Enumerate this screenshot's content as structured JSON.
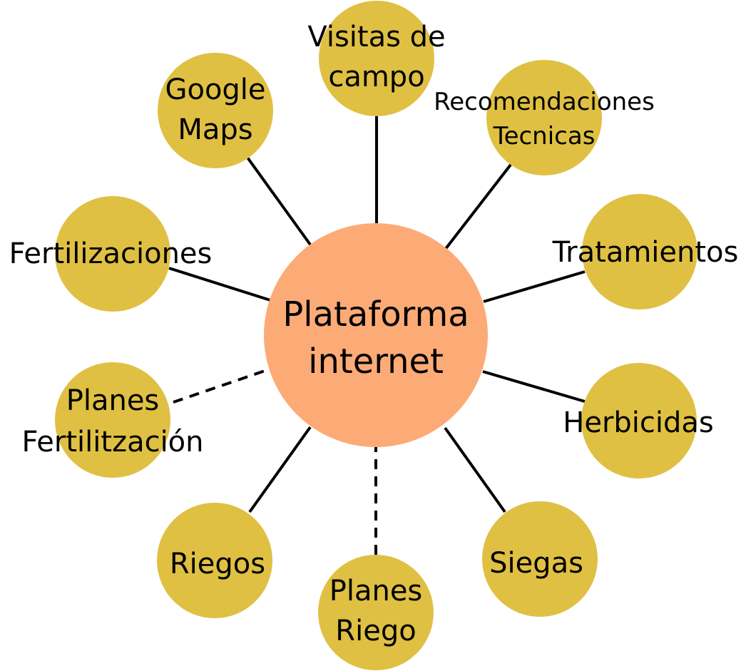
{
  "colors": {
    "center_fill": "#fcab77",
    "node_fill": "#dfc043",
    "line": "#000000",
    "text": "#000000"
  },
  "center": {
    "lines": [
      "Plataforma",
      "internet"
    ]
  },
  "nodes": [
    {
      "id": "visitas-de-campo",
      "lines": [
        "Visitas de",
        "campo"
      ],
      "link": "solid"
    },
    {
      "id": "recomendaciones-tecnicas",
      "lines": [
        "Recomendaciones",
        "Tecnicas"
      ],
      "link": "solid"
    },
    {
      "id": "tratamientos",
      "lines": [
        "Tratamientos"
      ],
      "link": "solid"
    },
    {
      "id": "herbicidas",
      "lines": [
        "Herbicidas"
      ],
      "link": "solid"
    },
    {
      "id": "siegas",
      "lines": [
        "Siegas"
      ],
      "link": "solid"
    },
    {
      "id": "planes-riego",
      "lines": [
        "Planes",
        "Riego"
      ],
      "link": "dashed"
    },
    {
      "id": "riegos",
      "lines": [
        "Riegos"
      ],
      "link": "solid"
    },
    {
      "id": "planes-fertilitzacion",
      "lines": [
        "Planes",
        "Fertilitzación"
      ],
      "link": "dashed"
    },
    {
      "id": "fertilizaciones",
      "lines": [
        "Fertilizaciones"
      ],
      "link": "solid"
    },
    {
      "id": "google-maps",
      "lines": [
        "Google",
        "Maps"
      ],
      "link": "solid"
    }
  ]
}
